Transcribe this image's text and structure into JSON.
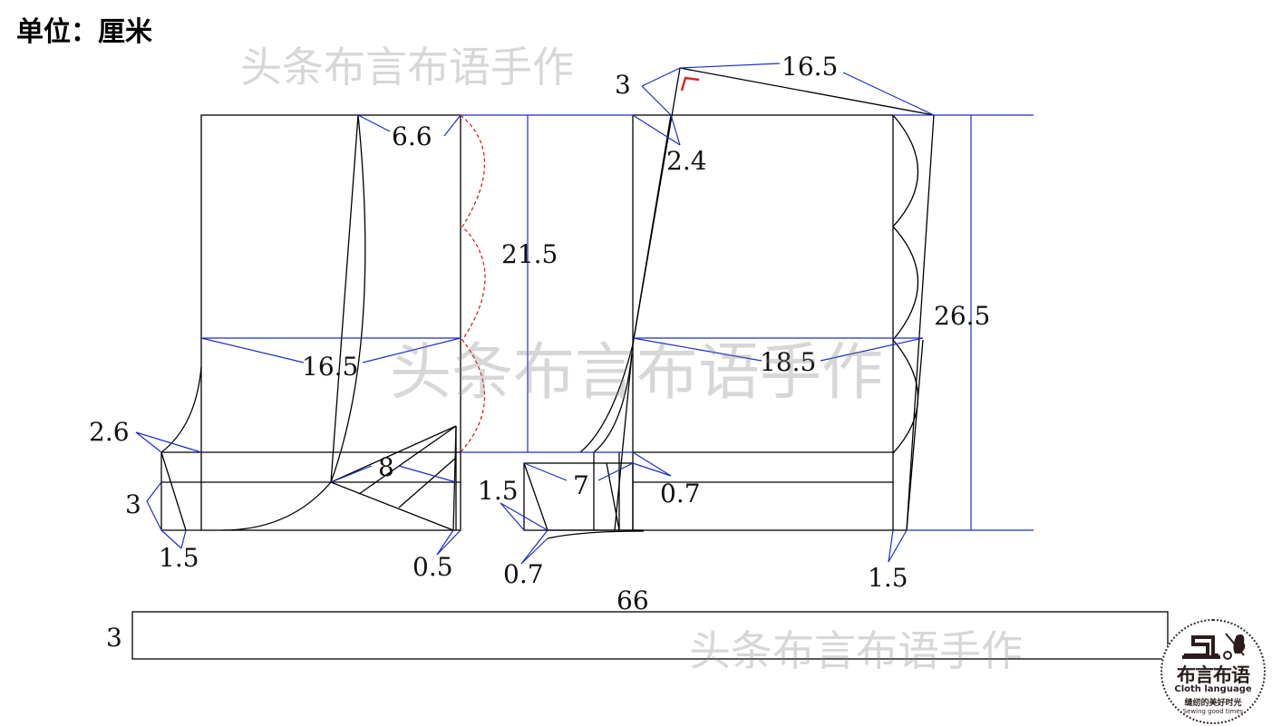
{
  "unit_title": "单位：厘米",
  "watermark": "头条布言布语手作",
  "dimensions": {
    "d6_6": "6.6",
    "d21_5": "21.5",
    "d16_5_top": "16.5",
    "d3_top": "3",
    "d2_4": "2.4",
    "d26_5": "26.5",
    "d16_5_mid": "16.5",
    "d18_5": "18.5",
    "d2_6": "2.6",
    "d8": "8",
    "d3_left": "3",
    "d1_5_left": "1.5",
    "d0_5": "0.5",
    "d1_5_mid": "1.5",
    "d7": "7",
    "d0_7_right": "0.7",
    "d0_7_bottom": "0.7",
    "d1_5_right": "1.5",
    "d66": "66",
    "d3_band": "3"
  },
  "logo": {
    "cn": "布言布语",
    "en": "Cloth language",
    "sub": "缝纫的美好时光",
    "tag": "Sewing good times"
  },
  "colors": {
    "outline": "#000000",
    "guide": "#1c2ec8",
    "dashed": "#e02020",
    "marker": "#e02020"
  }
}
